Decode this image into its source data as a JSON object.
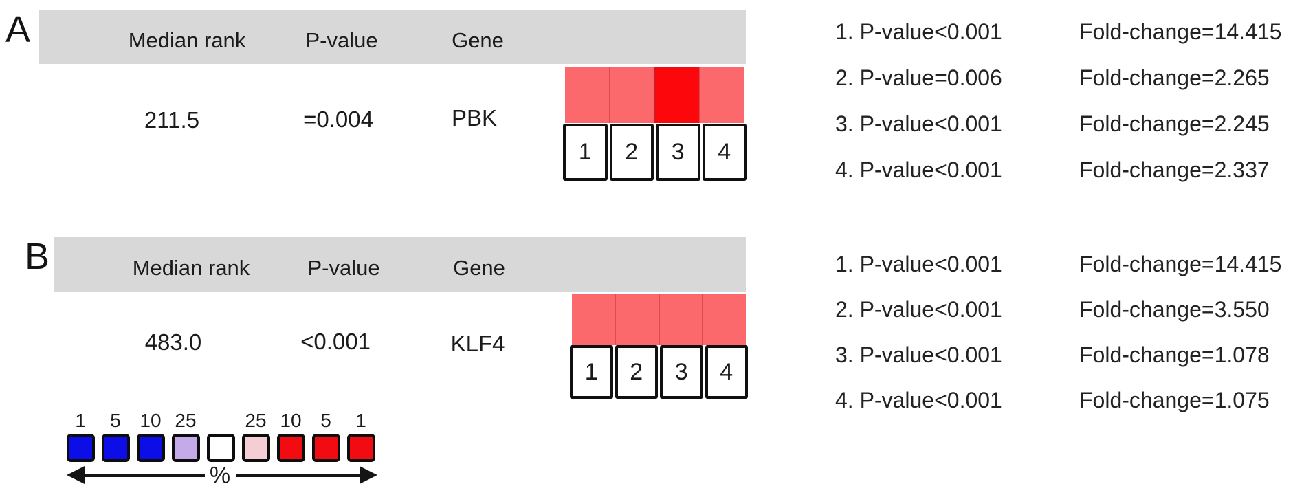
{
  "colors": {
    "header_bg": "#d8d8d8",
    "upregulated_light": "#fc696c",
    "upregulated_strong": "#fb070c",
    "legend_blue": "#0c0de7",
    "legend_purple": "#c3abe9",
    "legend_white": "#ffffff",
    "legend_pink": "#f5cdd4",
    "legend_red": "#f20b10"
  },
  "panels": [
    {
      "label": "A",
      "table": {
        "col_median_rank": "Median rank",
        "col_p_value": "P-value",
        "col_gene": "Gene",
        "median_rank": "211.5",
        "p_value": "=0.004",
        "gene": "PBK"
      },
      "heatmap": {
        "cells": [
          {
            "dataset": "1",
            "color": "#fc696c"
          },
          {
            "dataset": "2",
            "color": "#fc696c"
          },
          {
            "dataset": "3",
            "color": "#fb070c"
          },
          {
            "dataset": "4",
            "color": "#fc696c"
          }
        ]
      },
      "stats": [
        {
          "p": "1. P-value<0.001",
          "fc": "Fold-change=14.415"
        },
        {
          "p": "2. P-value=0.006",
          "fc": "Fold-change=2.265"
        },
        {
          "p": "3. P-value<0.001",
          "fc": "Fold-change=2.245"
        },
        {
          "p": "4. P-value<0.001",
          "fc": "Fold-change=2.337"
        }
      ]
    },
    {
      "label": "B",
      "table": {
        "col_median_rank": "Median rank",
        "col_p_value": "P-value",
        "col_gene": "Gene",
        "median_rank": "483.0",
        "p_value": "<0.001",
        "gene": "KLF4"
      },
      "heatmap": {
        "cells": [
          {
            "dataset": "1",
            "color": "#fc696c"
          },
          {
            "dataset": "2",
            "color": "#fc696c"
          },
          {
            "dataset": "3",
            "color": "#fc696c"
          },
          {
            "dataset": "4",
            "color": "#fc696c"
          }
        ]
      },
      "stats": [
        {
          "p": "1. P-value<0.001",
          "fc": "Fold-change=14.415"
        },
        {
          "p": "2. P-value<0.001",
          "fc": "Fold-change=3.550"
        },
        {
          "p": "3. P-value<0.001",
          "fc": "Fold-change=1.078"
        },
        {
          "p": "4. P-value<0.001",
          "fc": "Fold-change=1.075"
        }
      ]
    }
  ],
  "legend": {
    "items": [
      {
        "label": "1",
        "color": "#0c0de7"
      },
      {
        "label": "5",
        "color": "#0c0de7"
      },
      {
        "label": "10",
        "color": "#0c0de7"
      },
      {
        "label": "25",
        "color": "#c3abe9"
      },
      {
        "label": "",
        "color": "#ffffff"
      },
      {
        "label": "25",
        "color": "#f5cdd4"
      },
      {
        "label": "10",
        "color": "#f20b10"
      },
      {
        "label": "5",
        "color": "#f20b10"
      },
      {
        "label": "1",
        "color": "#f20b10"
      }
    ],
    "axis_label": "%"
  },
  "chart_data": [
    {
      "type": "heatmap",
      "panel": "A",
      "gene": "PBK",
      "median_rank": 211.5,
      "overall_p_value": "=0.004",
      "columns": [
        "Median rank",
        "P-value",
        "Gene"
      ],
      "datasets": [
        "1",
        "2",
        "3",
        "4"
      ],
      "dataset_stats": [
        {
          "dataset": 1,
          "p_value": "<0.001",
          "fold_change": 14.415
        },
        {
          "dataset": 2,
          "p_value": "=0.006",
          "fold_change": 2.265
        },
        {
          "dataset": 3,
          "p_value": "<0.001",
          "fold_change": 2.245
        },
        {
          "dataset": 4,
          "p_value": "<0.001",
          "fold_change": 2.337
        }
      ],
      "cell_colors": [
        "#fc696c",
        "#fc696c",
        "#fb070c",
        "#fc696c"
      ]
    },
    {
      "type": "heatmap",
      "panel": "B",
      "gene": "KLF4",
      "median_rank": 483.0,
      "overall_p_value": "<0.001",
      "columns": [
        "Median rank",
        "P-value",
        "Gene"
      ],
      "datasets": [
        "1",
        "2",
        "3",
        "4"
      ],
      "dataset_stats": [
        {
          "dataset": 1,
          "p_value": "<0.001",
          "fold_change": 14.415
        },
        {
          "dataset": 2,
          "p_value": "<0.001",
          "fold_change": 3.55
        },
        {
          "dataset": 3,
          "p_value": "<0.001",
          "fold_change": 1.078
        },
        {
          "dataset": 4,
          "p_value": "<0.001",
          "fold_change": 1.075
        }
      ],
      "cell_colors": [
        "#fc696c",
        "#fc696c",
        "#fc696c",
        "#fc696c"
      ]
    },
    {
      "type": "color-scale-legend",
      "title": "gene rank percentile color scale",
      "tick_labels": [
        "1",
        "5",
        "10",
        "25",
        "",
        "25",
        "10",
        "5",
        "1"
      ],
      "colors": [
        "#0c0de7",
        "#0c0de7",
        "#0c0de7",
        "#c3abe9",
        "#ffffff",
        "#f5cdd4",
        "#f20b10",
        "#f20b10",
        "#f20b10"
      ],
      "axis_label": "%"
    }
  ]
}
